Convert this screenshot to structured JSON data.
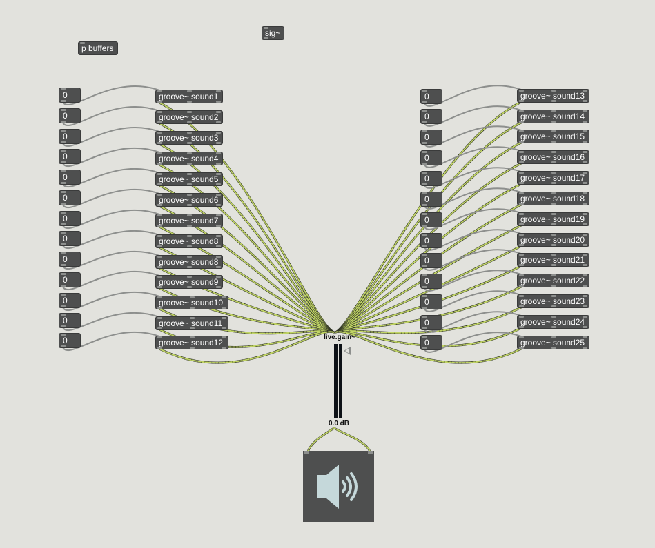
{
  "patcher": {
    "objects": {
      "sig": "sig~",
      "buffers": "p buffers",
      "grooves_left": [
        "groove~ sound1",
        "groove~ sound2",
        "groove~ sound3",
        "groove~ sound4",
        "groove~ sound5",
        "groove~ sound6",
        "groove~ sound7",
        "groove~ sound8",
        "groove~ sound8",
        "groove~ sound9",
        "groove~ sound10",
        "groove~ sound11",
        "groove~ sound12"
      ],
      "grooves_right": [
        "groove~ sound13",
        "groove~ sound14",
        "groove~ sound15",
        "groove~ sound16",
        "groove~ sound17",
        "groove~ sound18",
        "groove~ sound19",
        "groove~ sound20",
        "groove~ sound21",
        "groove~ sound22",
        "groove~ sound23",
        "groove~ sound24",
        "groove~ sound25"
      ],
      "number_value": "0"
    },
    "live_gain": {
      "label": "live.gain~",
      "value": "0.0 dB"
    },
    "dac": {
      "icon": "speaker-icon"
    },
    "colors": {
      "canvas": "#e2e2dd",
      "object": "#4e4f4f",
      "signal_cord": "#c1d565",
      "control_cord": "#8d8f8d"
    }
  }
}
